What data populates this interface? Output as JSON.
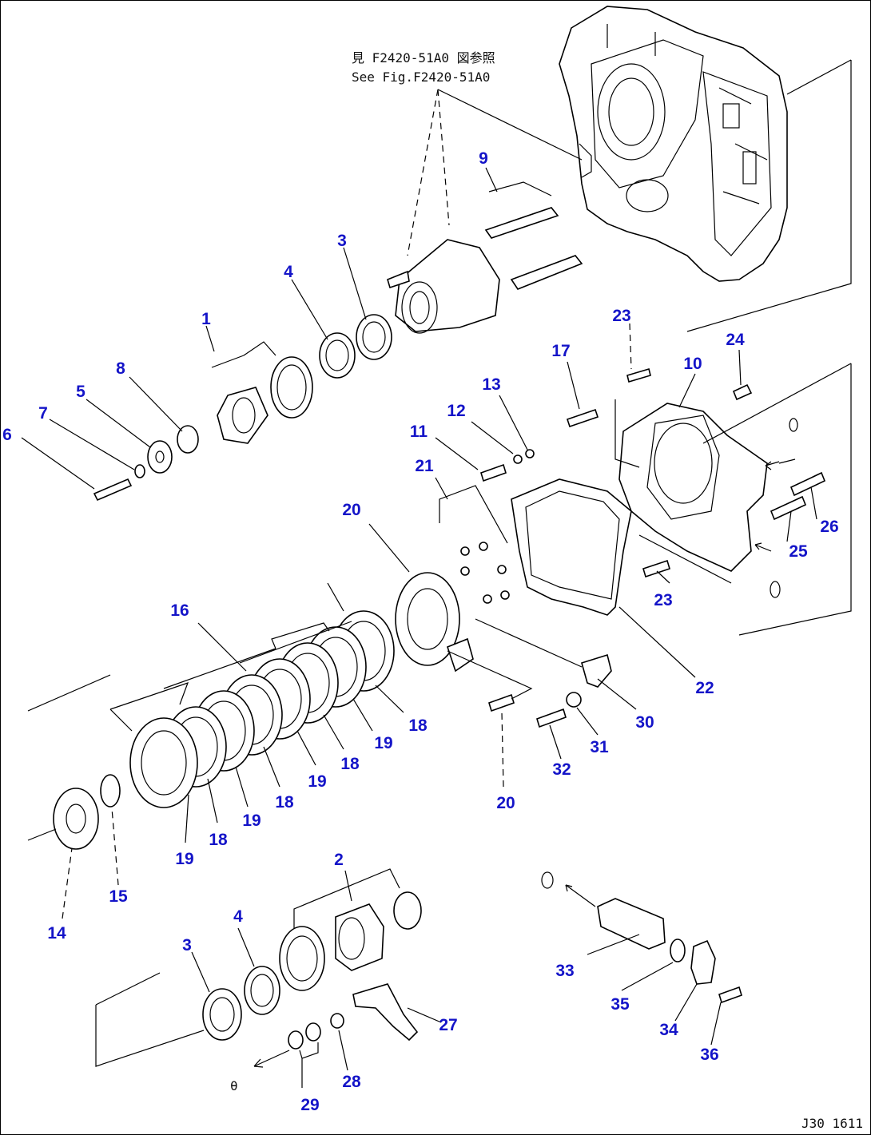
{
  "diagram": {
    "reference_note": {
      "line1": "見 F2420-51A0 図参照",
      "line2": "See Fig.F2420-51A0"
    },
    "drawing_code": "J30 1611",
    "labels": [
      {
        "id": "l1",
        "text": "1"
      },
      {
        "id": "l2",
        "text": "2"
      },
      {
        "id": "l3a",
        "text": "3"
      },
      {
        "id": "l3b",
        "text": "3"
      },
      {
        "id": "l4a",
        "text": "4"
      },
      {
        "id": "l4b",
        "text": "4"
      },
      {
        "id": "l5",
        "text": "5"
      },
      {
        "id": "l6",
        "text": "6"
      },
      {
        "id": "l7",
        "text": "7"
      },
      {
        "id": "l8",
        "text": "8"
      },
      {
        "id": "l9",
        "text": "9"
      },
      {
        "id": "l10",
        "text": "10"
      },
      {
        "id": "l11",
        "text": "11"
      },
      {
        "id": "l12",
        "text": "12"
      },
      {
        "id": "l13",
        "text": "13"
      },
      {
        "id": "l14",
        "text": "14"
      },
      {
        "id": "l15",
        "text": "15"
      },
      {
        "id": "l16",
        "text": "16"
      },
      {
        "id": "l17",
        "text": "17"
      },
      {
        "id": "l18a",
        "text": "18"
      },
      {
        "id": "l18b",
        "text": "18"
      },
      {
        "id": "l18c",
        "text": "18"
      },
      {
        "id": "l18d",
        "text": "18"
      },
      {
        "id": "l19a",
        "text": "19"
      },
      {
        "id": "l19b",
        "text": "19"
      },
      {
        "id": "l19c",
        "text": "19"
      },
      {
        "id": "l19d",
        "text": "19"
      },
      {
        "id": "l20a",
        "text": "20"
      },
      {
        "id": "l20b",
        "text": "20"
      },
      {
        "id": "l21",
        "text": "21"
      },
      {
        "id": "l22",
        "text": "22"
      },
      {
        "id": "l23a",
        "text": "23"
      },
      {
        "id": "l23b",
        "text": "23"
      },
      {
        "id": "l24",
        "text": "24"
      },
      {
        "id": "l25",
        "text": "25"
      },
      {
        "id": "l26",
        "text": "26"
      },
      {
        "id": "l27",
        "text": "27"
      },
      {
        "id": "l28",
        "text": "28"
      },
      {
        "id": "l29",
        "text": "29"
      },
      {
        "id": "l30",
        "text": "30"
      },
      {
        "id": "l31",
        "text": "31"
      },
      {
        "id": "l32",
        "text": "32"
      },
      {
        "id": "l33",
        "text": "33"
      },
      {
        "id": "l34",
        "text": "34"
      },
      {
        "id": "l35",
        "text": "35"
      },
      {
        "id": "l36",
        "text": "36"
      }
    ]
  }
}
